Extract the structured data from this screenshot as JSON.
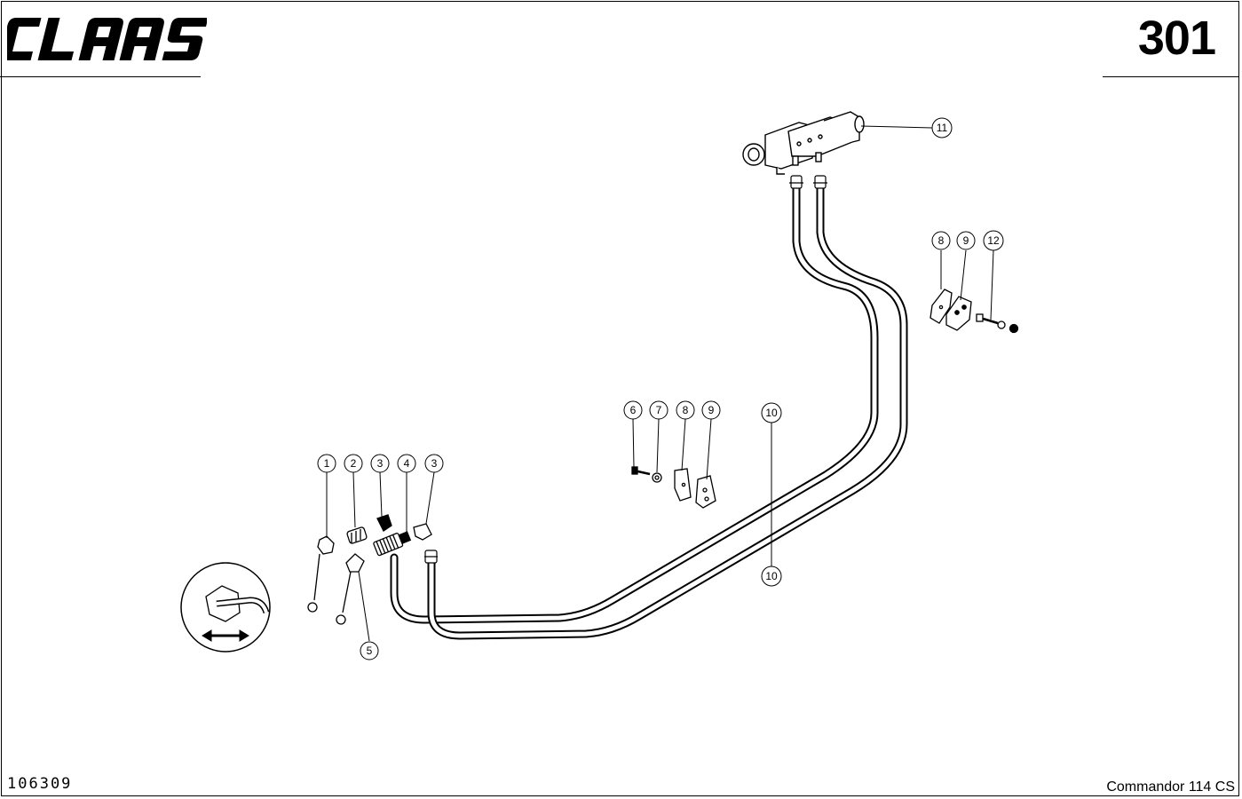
{
  "header": {
    "brand": "CLAAS",
    "page_number": "301"
  },
  "footer": {
    "drawing_number": "106309",
    "model": "Commandor 114 CS"
  },
  "callouts": [
    "1",
    "2",
    "3",
    "4",
    "3",
    "5",
    "6",
    "7",
    "8",
    "9",
    "10",
    "10",
    "8",
    "9",
    "12",
    "11"
  ],
  "icons": [
    "claas-logo",
    "hose-routing-symbol-icon"
  ]
}
